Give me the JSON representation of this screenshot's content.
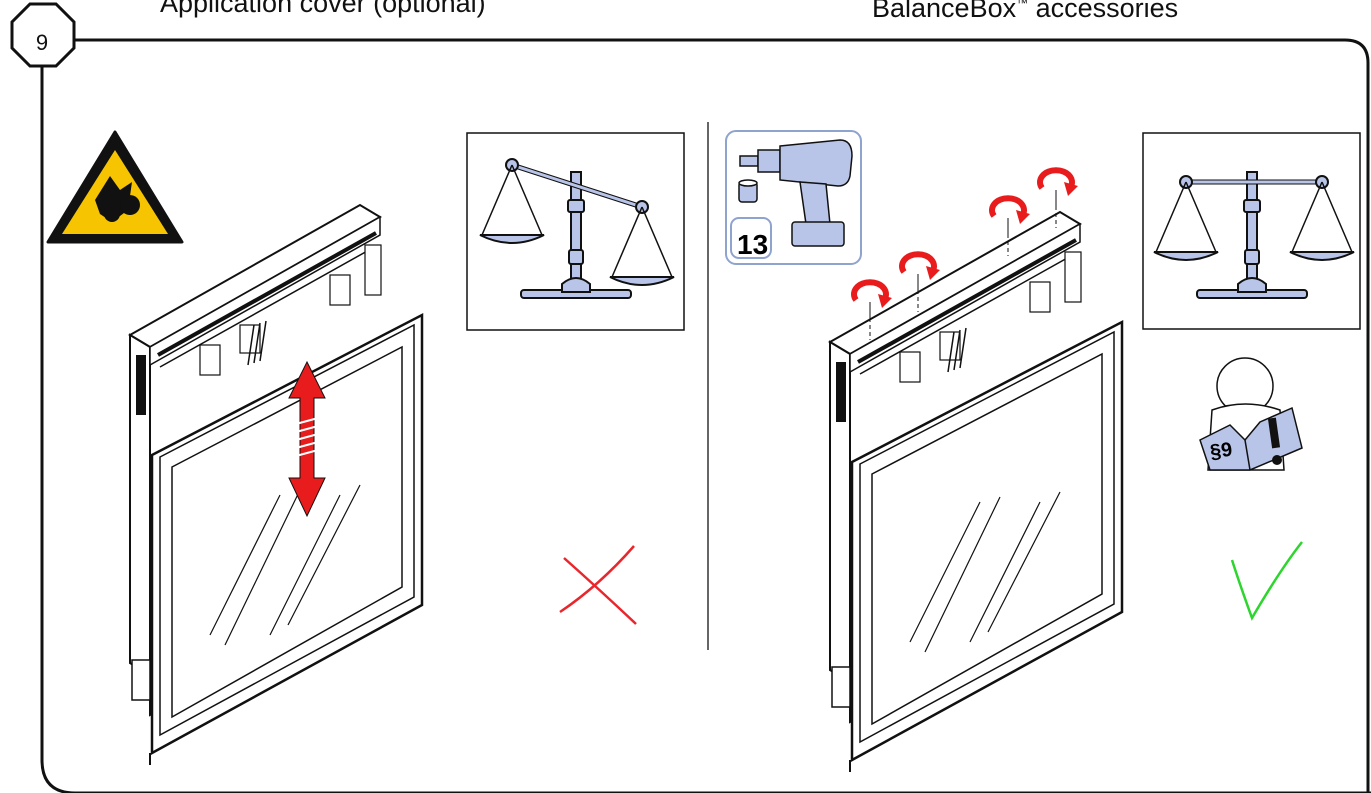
{
  "header": {
    "left_title": "Application cover (optional)",
    "right_title": "BalanceBox",
    "right_title_suffix": "accessories"
  },
  "step": {
    "number": "9"
  },
  "tool": {
    "socket_size": "13"
  },
  "manual": {
    "reference": "§9"
  },
  "icons": {
    "warning": "crush-hazard-warning-icon",
    "balance_unbalanced": "unbalanced-scale-icon",
    "balance_balanced": "balanced-scale-icon",
    "drill": "cordless-drill-icon",
    "socket": "socket-bit-icon",
    "read_manual": "read-manual-icon",
    "wrong": "cross-icon",
    "correct": "checkmark-icon"
  },
  "colors": {
    "warning_yellow": "#f6c400",
    "tool_blue": "#b8c4e8",
    "arrow_red": "#e81c1c",
    "cross_red": "#e8262c",
    "check_green": "#2ed52e"
  }
}
